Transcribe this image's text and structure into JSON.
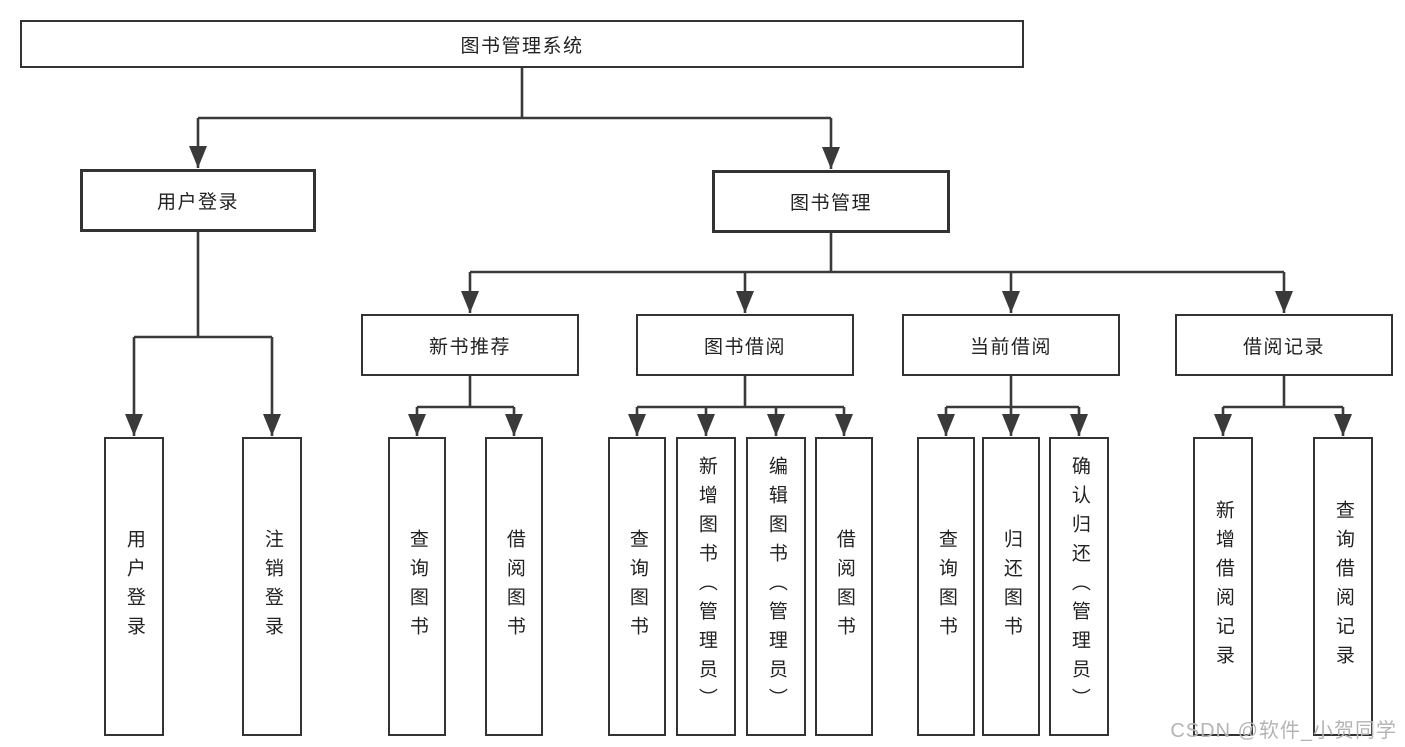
{
  "tree": {
    "label": "图书管理系统",
    "children": [
      {
        "label": "用户登录",
        "children": [
          {
            "label": "用户登录"
          },
          {
            "label": "注销登录"
          }
        ]
      },
      {
        "label": "图书管理",
        "children": [
          {
            "label": "新书推荐",
            "children": [
              {
                "label": "查询图书"
              },
              {
                "label": "借阅图书"
              }
            ]
          },
          {
            "label": "图书借阅",
            "children": [
              {
                "label": "查询图书"
              },
              {
                "label": "新增图书（管理员）"
              },
              {
                "label": "编辑图书（管理员）"
              },
              {
                "label": "借阅图书"
              }
            ]
          },
          {
            "label": "当前借阅",
            "children": [
              {
                "label": "查询图书"
              },
              {
                "label": "归还图书"
              },
              {
                "label": "确认归还（管理员）"
              }
            ]
          },
          {
            "label": "借阅记录",
            "children": [
              {
                "label": "新增借阅记录"
              },
              {
                "label": "查询借阅记录"
              }
            ]
          }
        ]
      }
    ]
  },
  "watermark": {
    "text": "CSDN @软件_小贺同学"
  },
  "colors": {
    "line": "#3a3a3a",
    "box_border": "#333333",
    "box_background": "#ffffff",
    "text": "#222222",
    "watermark": "#b4b4b4"
  }
}
